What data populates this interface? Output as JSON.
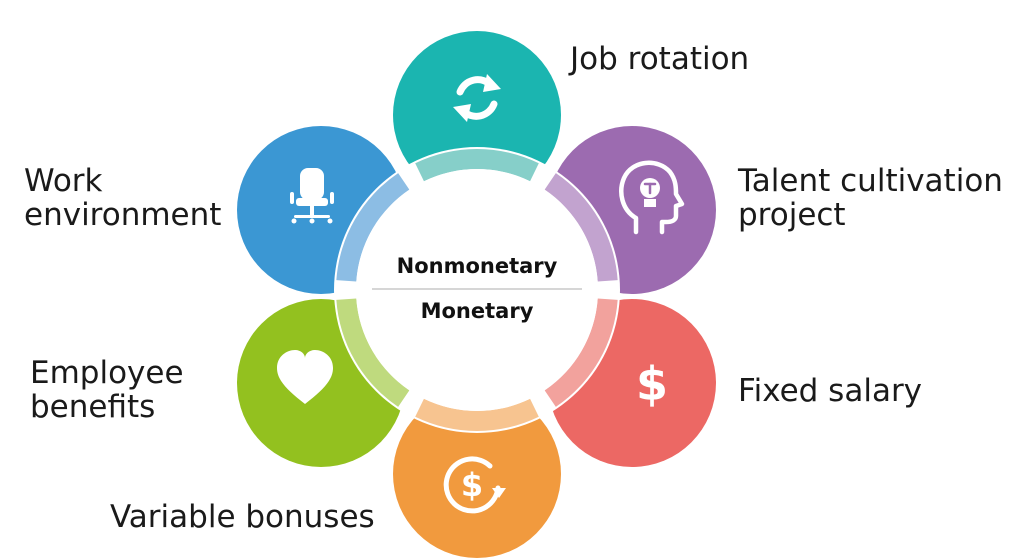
{
  "center": {
    "top_label": "Nonmonetary",
    "bottom_label": "Monetary"
  },
  "petals": [
    {
      "id": "job-rotation",
      "icon": "refresh-icon",
      "color": "#1bb5b0",
      "ring_color": "#86cfc9",
      "label_lines": [
        "Job rotation"
      ]
    },
    {
      "id": "talent-cultivation",
      "icon": "head-lightbulb-icon",
      "color": "#9c6bb0",
      "ring_color": "#c2a3cf",
      "label_lines": [
        "Talent cultivation",
        "project"
      ]
    },
    {
      "id": "fixed-salary",
      "icon": "dollar-icon",
      "color": "#ec6864",
      "ring_color": "#f2a29d",
      "label_lines": [
        "Fixed salary"
      ]
    },
    {
      "id": "variable-bonuses",
      "icon": "dollar-cycle-icon",
      "color": "#f19a3e",
      "ring_color": "#f7c490",
      "label_lines": [
        "Variable bonuses"
      ]
    },
    {
      "id": "employee-benefits",
      "icon": "heart-icon",
      "color": "#93c11f",
      "ring_color": "#bfda7e",
      "label_lines": [
        "Employee",
        "benefits"
      ]
    },
    {
      "id": "work-environment",
      "icon": "office-chair-icon",
      "color": "#3b97d3",
      "ring_color": "#8cbde4",
      "label_lines": [
        "Work",
        "environment"
      ]
    }
  ]
}
